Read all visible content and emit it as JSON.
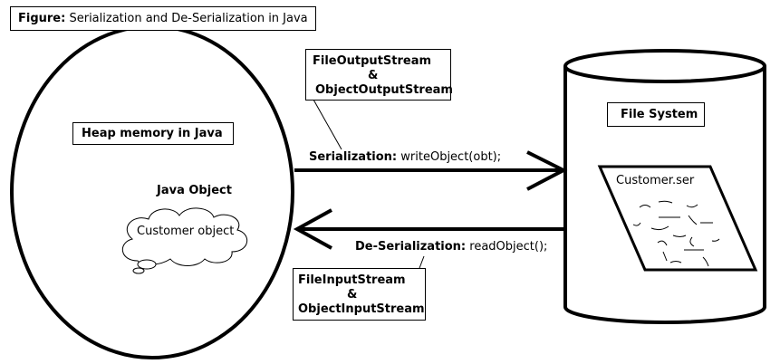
{
  "figure": {
    "prefix": "Figure:",
    "caption": "Serialization and De-Serialization in Java"
  },
  "heap": {
    "label": "Heap memory in Java",
    "object_title": "Java Object",
    "cloud_text": "Customer object"
  },
  "file_system": {
    "label": "File System",
    "file_name": "Customer.ser"
  },
  "serialization": {
    "label": "Serialization:",
    "method": "writeObject(obt);",
    "stream_line1": "FileOutputStream",
    "stream_amp": "&",
    "stream_line2": "ObjectOutputStream"
  },
  "deserialization": {
    "label": "De-Serialization:",
    "method": "readObject();",
    "stream_line1": "FileInputStream",
    "stream_amp": "&",
    "stream_line2": "ObjectInputStream"
  },
  "colors": {
    "line": "#000000",
    "background": "#ffffff"
  }
}
